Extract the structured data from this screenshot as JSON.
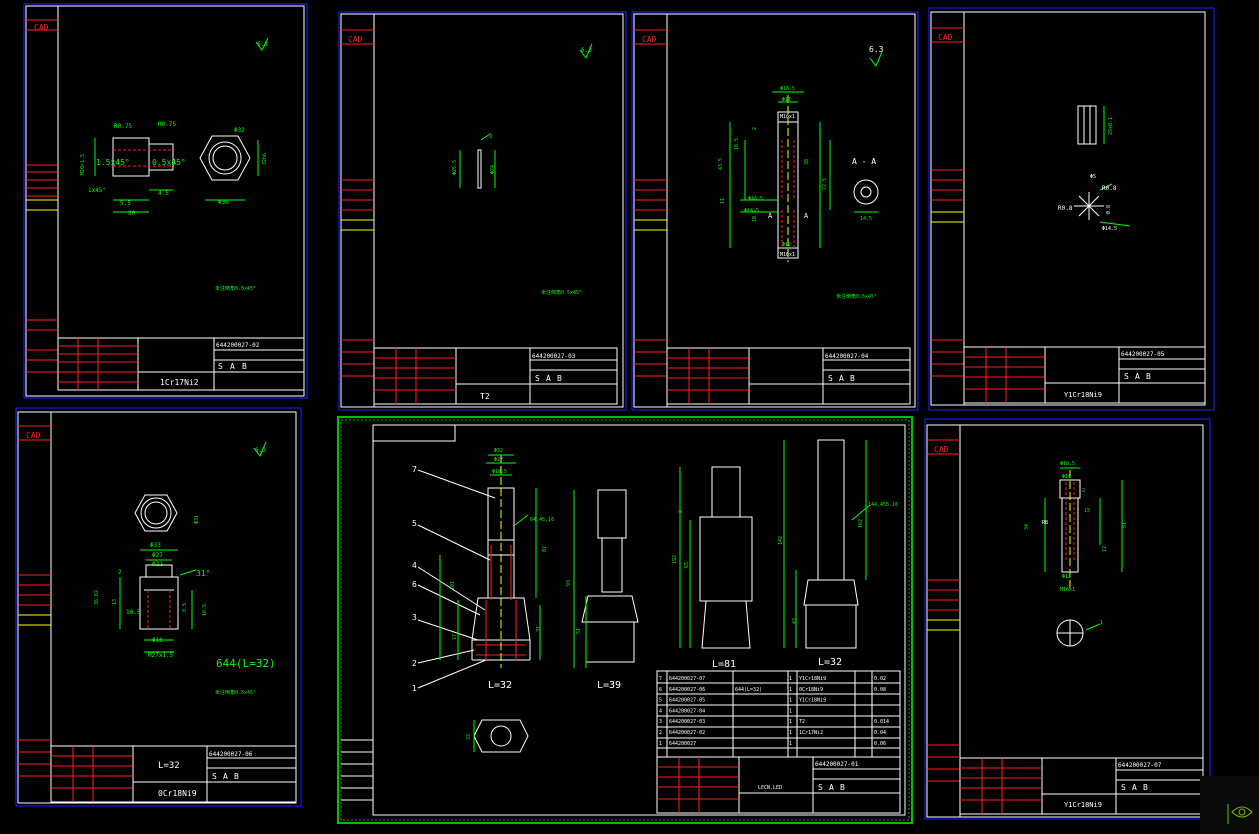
{
  "colors": {
    "background": "#000000",
    "outer_frame": "#2020ff",
    "inner_frame": "#ffffff",
    "red": "#ff2020",
    "green": "#00ff00",
    "yellow": "#ffff00",
    "white": "#ffffff",
    "inner_green_frame": "#00c000"
  },
  "common": {
    "cad_label": "CAD",
    "sab": [
      "S",
      "A",
      "B"
    ],
    "roughness": "6.3",
    "chamfer_note": "未注倒角0.5x45°"
  },
  "sheets": [
    {
      "id": "sheet-02",
      "drawing_no": "644200027-02",
      "material": "1Cr17Ni2",
      "dims": [
        "R0.75",
        "R0.75",
        "1.5x45°",
        "0.5x45°",
        "M20×1.5",
        "4.5",
        "1x45°",
        "5.5",
        "20",
        "Φ32",
        "Φ36",
        "32h6"
      ]
    },
    {
      "id": "sheet-03",
      "drawing_no": "644200027-03",
      "material": "T2",
      "dims": [
        "1",
        "Φ25.5",
        "Φ24"
      ]
    },
    {
      "id": "sheet-04",
      "drawing_no": "644200027-04",
      "material": "",
      "section": "A - A",
      "dims": [
        "Φ18.5",
        "Φ17",
        "M16x1",
        "2",
        "16.5",
        "43.5",
        "38",
        "72.5",
        "11",
        "Φ16.5",
        "Φ14.5",
        "10.5",
        "Φ12",
        "M16x1",
        "14.5",
        "A"
      ]
    },
    {
      "id": "sheet-05",
      "drawing_no": "644200027-05",
      "material": "Y1Cr18Ni9",
      "dims": [
        "29+0.1",
        "Φ5",
        "R0.8",
        "R0.8",
        "0.8",
        "Φ14.5"
      ]
    },
    {
      "id": "sheet-06",
      "drawing_no": "644200027-06",
      "material": "0Cr18Ni9",
      "title": "644(L=32)",
      "title_block_name": "L=32",
      "dims": [
        "Φ33",
        "Φ27",
        "Φ22",
        "31°",
        "2",
        "10.5",
        "18.5",
        "Φ16",
        "M27x1.5",
        "Φ31",
        "13",
        "8.5",
        "36.62"
      ]
    },
    {
      "id": "sheet-07",
      "drawing_no": "644200027-07",
      "material": "Y1Cr18Ni9",
      "dims": [
        "Φ18.5",
        "Φ16",
        "R8",
        "2",
        "15",
        "34",
        "51",
        "Φ12",
        "12",
        "M16x1",
        "1"
      ]
    },
    {
      "id": "sheet-01",
      "drawing_no": "644200027-01",
      "assembly_code": "LECN.LED",
      "lengths": [
        "L=32",
        "L=39",
        "L=81",
        "L=32"
      ],
      "balloons": [
        "7",
        "5",
        "4",
        "6",
        "3",
        "2",
        "1"
      ],
      "dims": [
        "Φ32",
        "Φ27",
        "Φ18.5",
        "64.45.16",
        "87",
        "101",
        "17",
        "31",
        "144.455.16",
        "162",
        "192",
        "142",
        "93",
        "65",
        "51",
        "43",
        "32",
        "2"
      ],
      "bom": [
        [
          "7",
          "644200027-07",
          "",
          "1",
          "Y1Cr18Ni9",
          "",
          "0.02",
          ""
        ],
        [
          "6",
          "644200027-06",
          "644(L=32)",
          "1",
          "0Cr18Ni9",
          "",
          "0.08",
          ""
        ],
        [
          "5",
          "644200027-05",
          "",
          "1",
          "Y1Cr18Ni9",
          "",
          "",
          ""
        ],
        [
          "4",
          "644200027-04",
          "",
          "1",
          "",
          "",
          "",
          ""
        ],
        [
          "3",
          "644200027-03",
          "",
          "1",
          "T2",
          "",
          "0.014",
          ""
        ],
        [
          "2",
          "644200027-02",
          "",
          "1",
          "1Cr17Ni2",
          "",
          "0.04",
          ""
        ],
        [
          "1",
          "644200027",
          "",
          "1",
          "",
          "",
          "0.06",
          ""
        ]
      ]
    }
  ],
  "corner_icon": "nvidia-logo-icon"
}
